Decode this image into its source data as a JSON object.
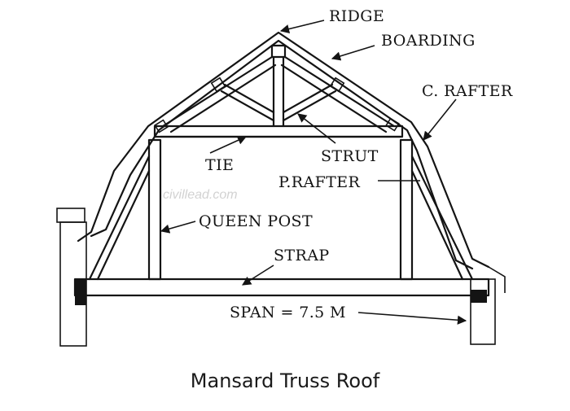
{
  "labels": {
    "ridge": "RIDGE",
    "boarding": "BOARDING",
    "c_rafter": "C. RAFTER",
    "tie": "TIE",
    "strut": "STRUT",
    "p_rafter": "P.RAFTER",
    "queen_post": "QUEEN POST",
    "strap": "STRAP",
    "span": "SPAN = 7.5 M"
  },
  "watermark": "civillead.com",
  "caption": "Mansard Truss Roof",
  "colors": {
    "ink": "#141414",
    "background": "#ffffff",
    "watermark": "#d2d2d2"
  }
}
